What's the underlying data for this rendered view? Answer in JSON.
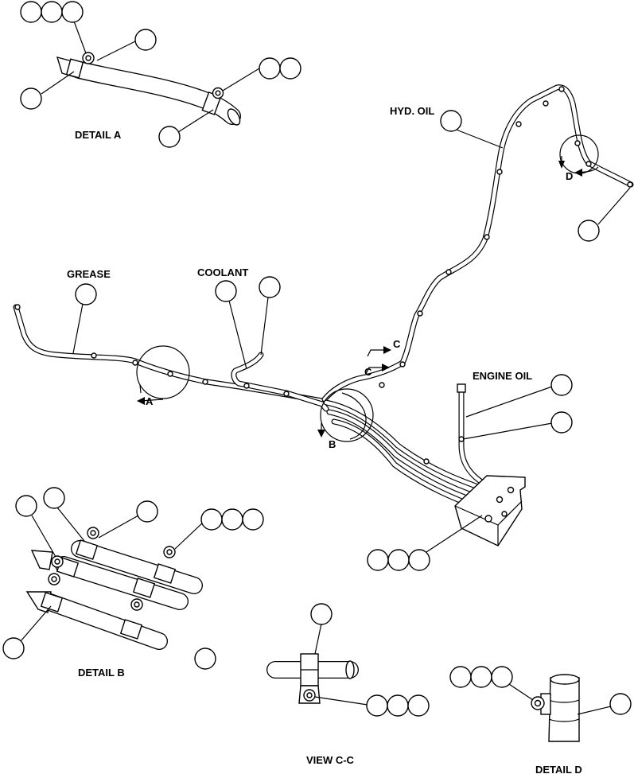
{
  "labels": {
    "detail_a": "DETAIL A",
    "detail_b": "DETAIL B",
    "detail_d": "DETAIL D",
    "view_cc": "VIEW C-C",
    "hyd_oil": "HYD. OIL",
    "grease": "GREASE",
    "coolant": "COOLANT",
    "engine_oil": "ENGINE OIL"
  },
  "view_markers": {
    "a": "A",
    "b": "B",
    "c_upper": "C",
    "c_lower": "C",
    "d": "D"
  }
}
